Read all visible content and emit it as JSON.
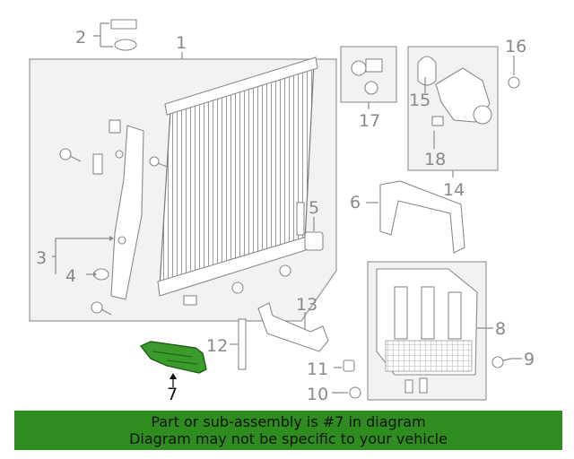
{
  "diagram": {
    "highlight_color": "#3a9a2a",
    "labels": [
      {
        "id": "c1",
        "text": "1"
      },
      {
        "id": "c2",
        "text": "2"
      },
      {
        "id": "c3",
        "text": "3"
      },
      {
        "id": "c4",
        "text": "4"
      },
      {
        "id": "c5",
        "text": "5"
      },
      {
        "id": "c6",
        "text": "6"
      },
      {
        "id": "c7",
        "text": "7"
      },
      {
        "id": "c8",
        "text": "8"
      },
      {
        "id": "c9",
        "text": "9"
      },
      {
        "id": "c10",
        "text": "10"
      },
      {
        "id": "c11",
        "text": "11"
      },
      {
        "id": "c12",
        "text": "12"
      },
      {
        "id": "c13",
        "text": "13"
      },
      {
        "id": "c14",
        "text": "14"
      },
      {
        "id": "c15",
        "text": "15"
      },
      {
        "id": "c16",
        "text": "16"
      },
      {
        "id": "c17",
        "text": "17"
      },
      {
        "id": "c18",
        "text": "18"
      }
    ]
  },
  "banner": {
    "line1": "Part or sub-assembly is #7 in diagram",
    "line2": "Diagram may not be specific to your vehicle",
    "color": "#2f8d1f"
  }
}
